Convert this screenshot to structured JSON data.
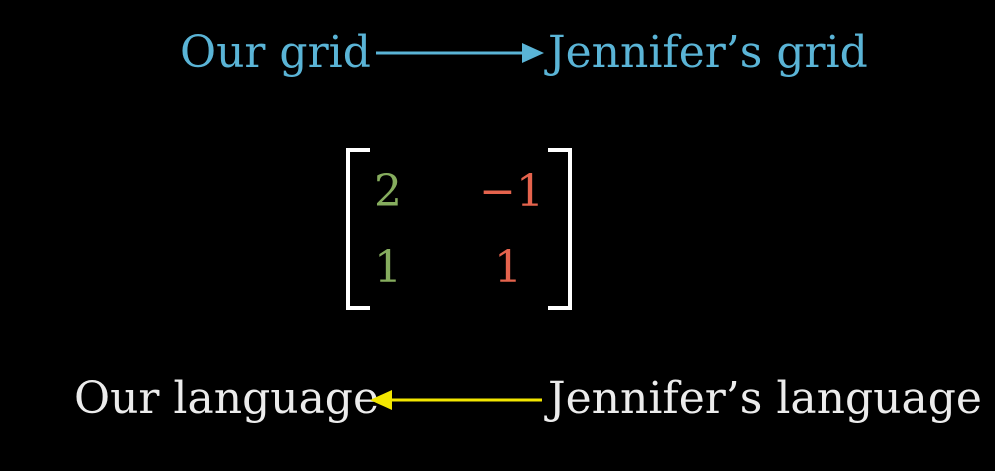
{
  "top_mapping": {
    "from_label": "Our grid",
    "to_label": "Jennifer’s grid",
    "arrow_color": "#5ab4d6",
    "arrow_direction": "right"
  },
  "matrix": {
    "rows": [
      [
        "2",
        "−1"
      ],
      [
        "1",
        "1"
      ]
    ],
    "column_colors": [
      "#86ad5e",
      "#e5634d"
    ],
    "bracket_color": "#ffffff"
  },
  "bottom_mapping": {
    "from_label": "Jennifer’s language",
    "to_label": "Our language",
    "arrow_color": "#f2e600",
    "arrow_direction": "left"
  }
}
